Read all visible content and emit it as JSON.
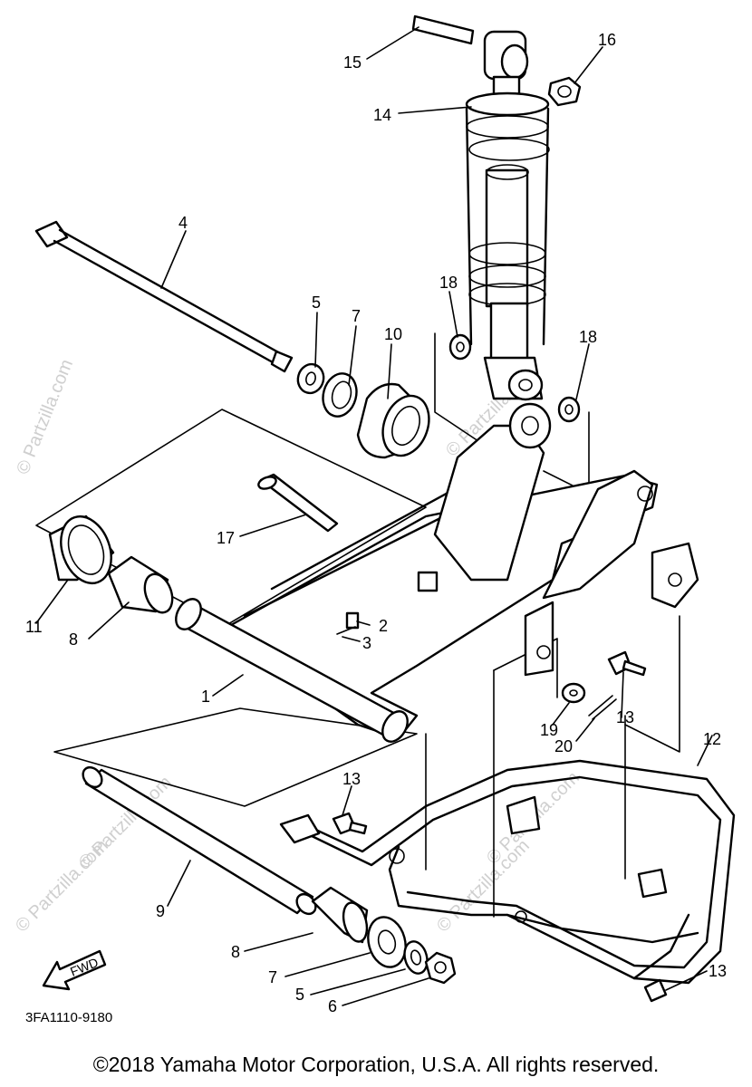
{
  "watermarks": [
    "© Partzilla.com",
    "© Partzilla.com",
    "© Partzilla.com",
    "© Partzilla.com",
    "© Partzilla.com",
    "© Partzilla.com"
  ],
  "diagram_code": "3FA1110-9180",
  "fwd_label": "FWD",
  "copyright": "©2018 Yamaha Motor Corporation, U.S.A. All rights reserved.",
  "callouts": [
    "15",
    "16",
    "14",
    "4",
    "5",
    "7",
    "10",
    "18",
    "18",
    "17",
    "11",
    "8",
    "2",
    "3",
    "1",
    "19",
    "13",
    "20",
    "12",
    "13",
    "9",
    "8",
    "7",
    "5",
    "6",
    "13"
  ]
}
